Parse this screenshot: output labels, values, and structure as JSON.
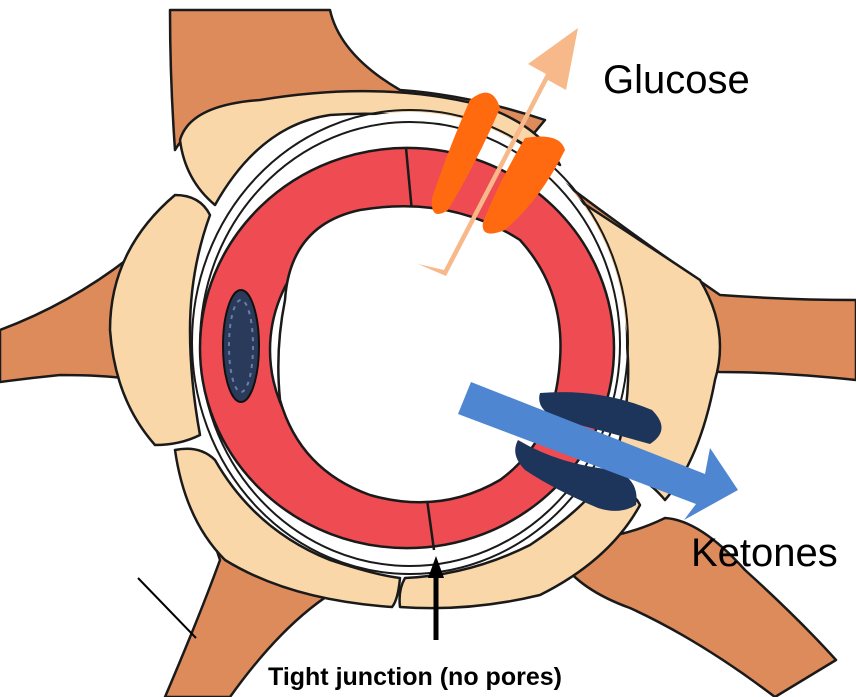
{
  "labels": {
    "glucose": "Glucose",
    "ketones": "Ketones",
    "caption": "Tight junction (no pores)"
  },
  "colors": {
    "astrocyte_foot": "#de8b5c",
    "endfoot_pale": "#f9d7a8",
    "endothelium": "#ee4b52",
    "nucleus": "#2a3a5a",
    "glucose_arrow": "#f7b88a",
    "glucose_transporter": "#ff6a10",
    "ketone_arrow": "#4f86d2",
    "ketone_transporter": "#1d355a",
    "outline": "#1a1a1a"
  },
  "icons": {
    "glucose_arrow": "up-right-arrow",
    "ketone_arrow": "down-right-arrow",
    "junction_pointer": "up-arrow"
  }
}
